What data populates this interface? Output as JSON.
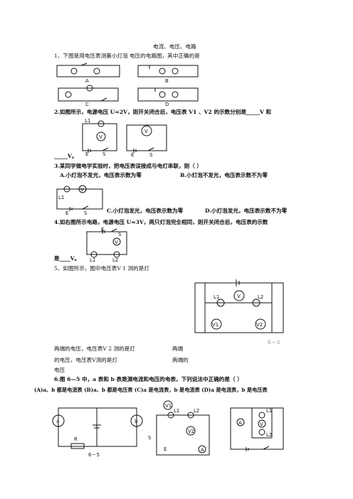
{
  "title": "电流、电压、电路",
  "q1": {
    "text": "1、下图是用电压表测量小灯泡  电压的电路图，其中正确的是",
    "options": [
      "A",
      "B",
      "C",
      "D"
    ]
  },
  "q2": {
    "text_line1": "2.如图所示，电源电压  U=2V，则开关闭合后，电压表  V1 、V2  的示数分别是_____V  和",
    "text_line2": "_____V。",
    "labels": {
      "l1": "L1",
      "v1": "V",
      "v2": "V",
      "e1": "E",
      "s1": "S",
      "e2": "E",
      "s2": "S"
    }
  },
  "q3": {
    "text": "3.某同学做电学实验时，把电压表误接成与电灯串联，则（     ）",
    "option_a": "A.小灯泡不发光，电压表示数为零",
    "option_b": "B.小灯泡不发光，电压表示数不为零",
    "option_c": "C.小灯泡发光，电压表示数为零",
    "option_d": "D.小灯泡发光，电压表示数不为零",
    "labels": {
      "v": "V",
      "l": "L1",
      "e": "E",
      "s": "S"
    }
  },
  "q4": {
    "text": "4.如右图所示电路，电源电压  U=3V，两只灯泡完全相同，则开关闭合后，电压表的示数",
    "answer_line": "是____V。",
    "labels": {
      "e": "E",
      "s": "S",
      "v": "V",
      "l1": "L1",
      "l2": "L2"
    }
  },
  "q5": {
    "text": "5、如图所示，图中电压表V 1 测的是灯",
    "line1a": "两端的电压，电压表V 2 测的是灯",
    "line1b": "两端",
    "line2a": "的电压，电压表V测的是灯",
    "line2b": "两端的",
    "line3": "电压",
    "figure_label": "6－3",
    "labels": {
      "v": "V",
      "v1": "V1",
      "v2": "V2",
      "l1": "L1",
      "l2": "L2"
    }
  },
  "q6": {
    "text": "6.图 6—5 中，a 表和 b 表是测电流和电压的电表，下列说法中正确的是（     ）",
    "options": "(A)a、b 都是电流表  (B)a、b 都是电压表  (C)a 是电流表，b 是电流表  (D)a 是电流表，b 是电压表",
    "fig1_labels": {
      "a": "a",
      "b": "b",
      "r": "R",
      "caption": "6－5"
    },
    "fig2_labels": {
      "v1": "V1",
      "v2": "V2",
      "a": "A",
      "l1": "L1",
      "l2": "L2",
      "s": "S",
      "e": "E"
    },
    "fig3_labels": {
      "a": "A",
      "v": "V",
      "l1": "L1",
      "l2": "L2"
    }
  }
}
